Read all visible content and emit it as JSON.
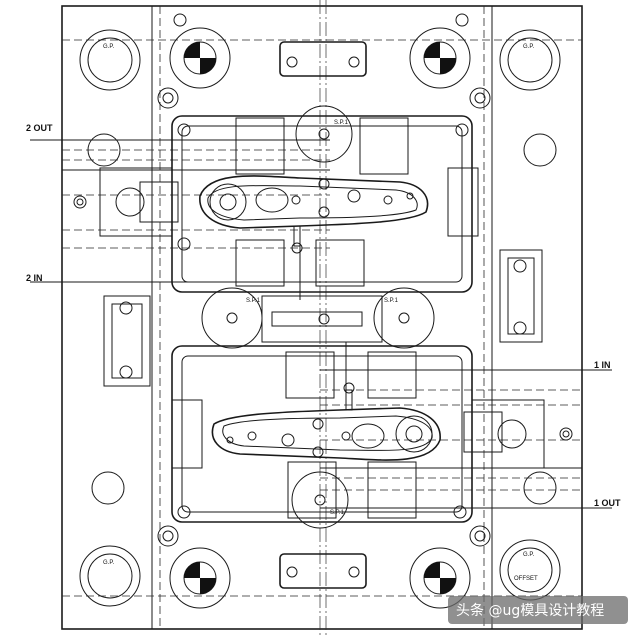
{
  "labels": {
    "out_left": "2 OUT",
    "in_left": "2 IN",
    "in_right": "1 IN",
    "out_right": "1 OUT",
    "gp": "G.P.",
    "sp1": "S.P.1",
    "offset": "OFFSET"
  },
  "watermark": {
    "text": "头条 @ug模具设计教程"
  },
  "colors": {
    "line": "#1a1a1a",
    "background": "#ffffff"
  }
}
